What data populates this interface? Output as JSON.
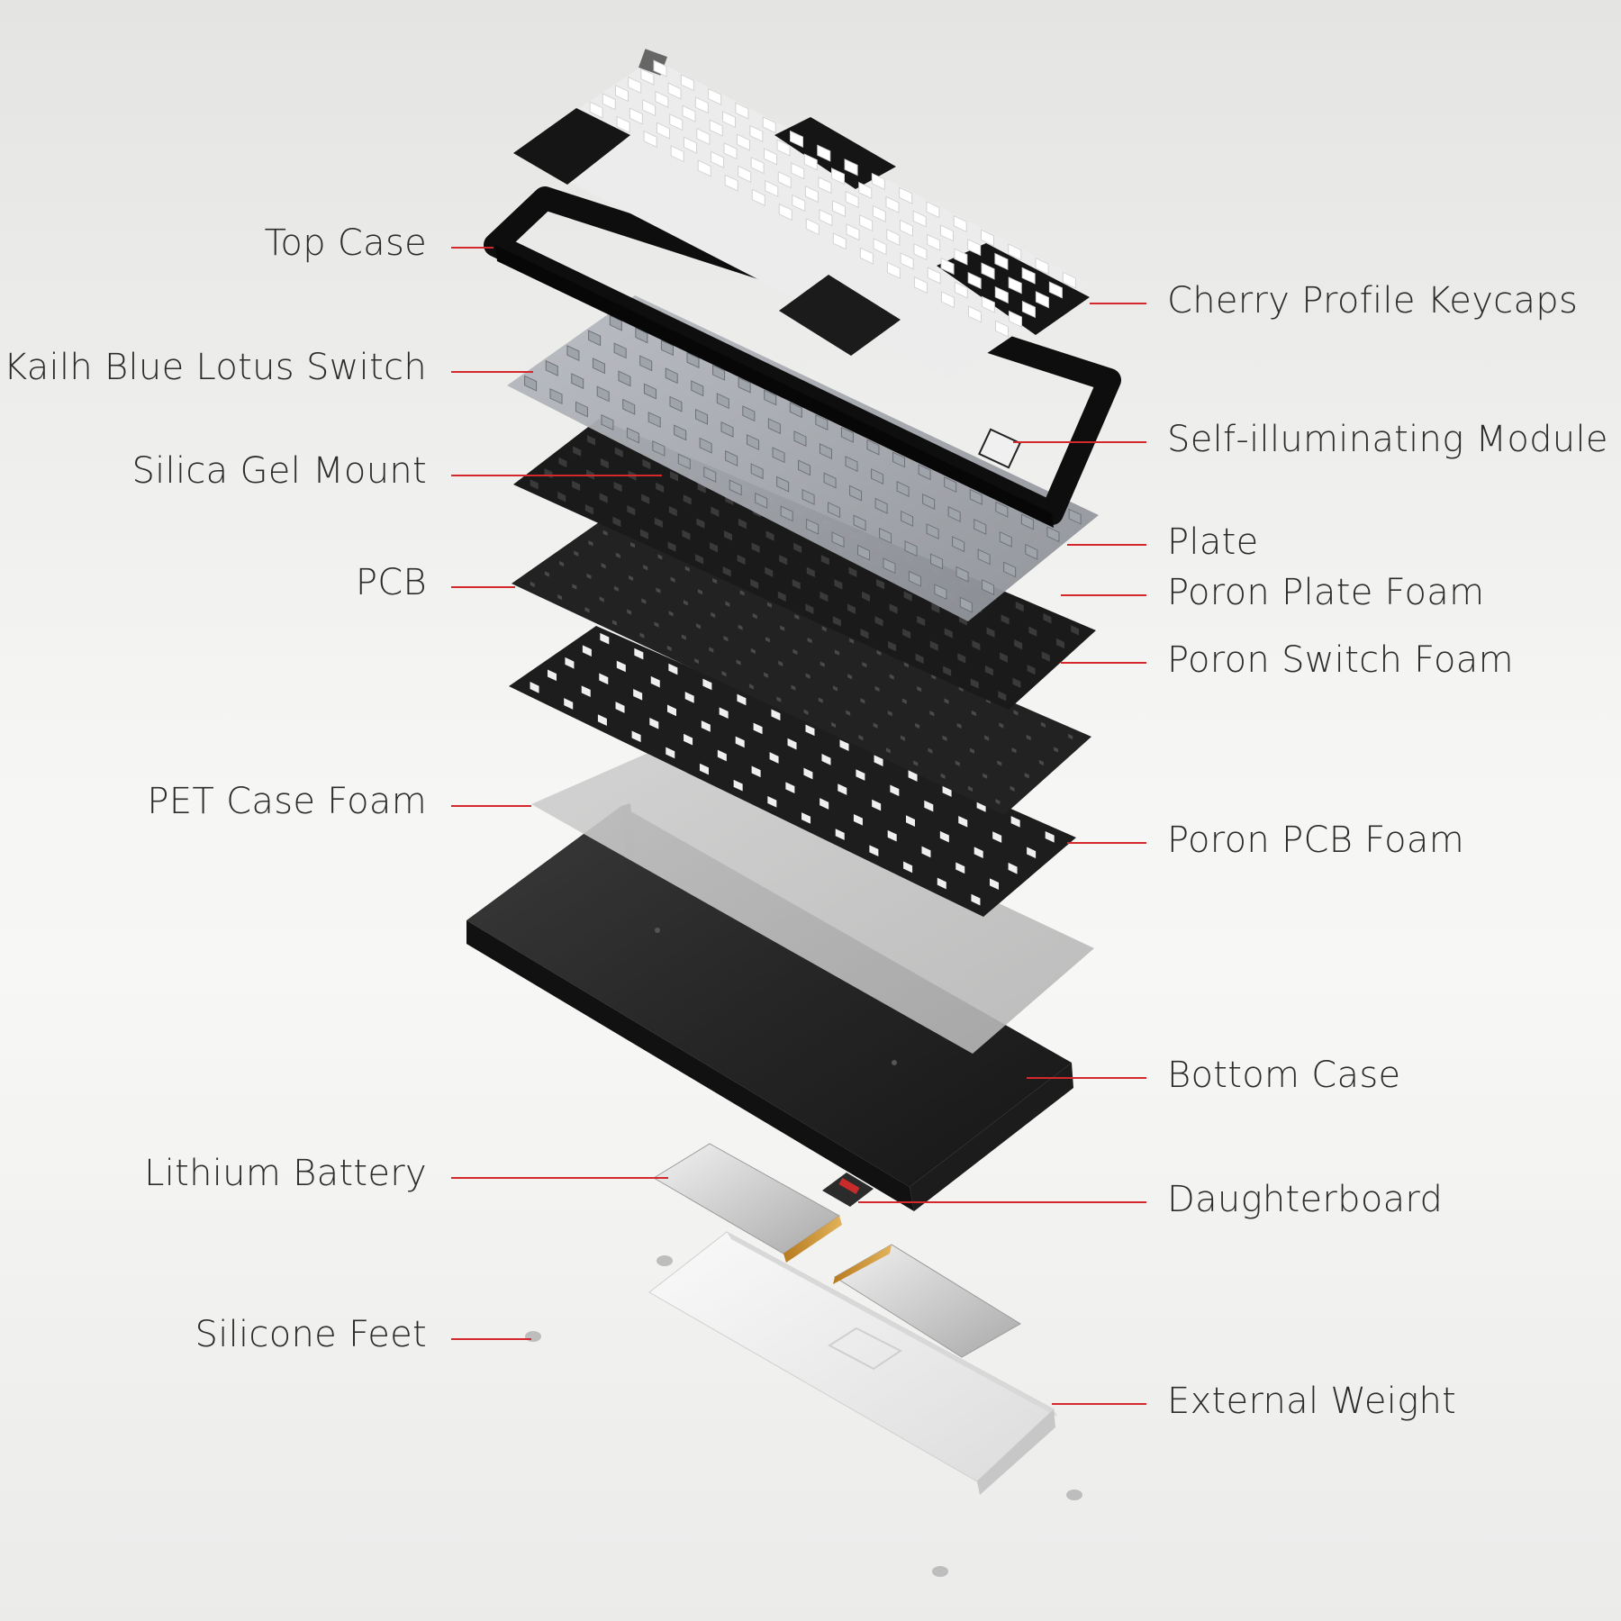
{
  "diagram": {
    "accent_color": "#d4282c",
    "left_labels": [
      {
        "id": "top-case",
        "text": "Top Case"
      },
      {
        "id": "kailh-blue-lotus-switch",
        "text": "Kailh Blue Lotus Switch"
      },
      {
        "id": "silica-gel-mount",
        "text": "Silica Gel Mount"
      },
      {
        "id": "pcb",
        "text": "PCB"
      },
      {
        "id": "pet-case-foam",
        "text": "PET Case Foam"
      },
      {
        "id": "lithium-battery",
        "text": "Lithium Battery"
      },
      {
        "id": "silicone-feet",
        "text": "Silicone Feet"
      }
    ],
    "right_labels": [
      {
        "id": "cherry-profile-keycaps",
        "text": "Cherry Profile Keycaps"
      },
      {
        "id": "self-illuminating-module",
        "text": "Self-illuminating Module"
      },
      {
        "id": "plate",
        "text": "Plate"
      },
      {
        "id": "poron-plate-foam",
        "text": "Poron Plate Foam"
      },
      {
        "id": "poron-switch-foam",
        "text": "Poron Switch Foam"
      },
      {
        "id": "poron-pcb-foam",
        "text": "Poron PCB Foam"
      },
      {
        "id": "bottom-case",
        "text": "Bottom Case"
      },
      {
        "id": "daughterboard",
        "text": "Daughterboard"
      },
      {
        "id": "external-weight",
        "text": "External Weight"
      }
    ]
  }
}
